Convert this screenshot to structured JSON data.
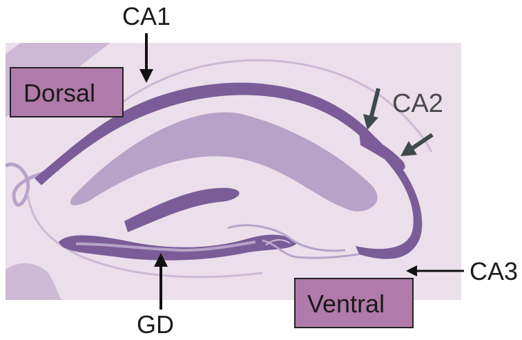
{
  "labels": {
    "ca1": "CA1",
    "ca2": "CA2",
    "ca3": "CA3",
    "gd": "GD",
    "dorsal": "Dorsal",
    "ventral": "Ventral"
  },
  "colors": {
    "background_tissue": "#ebdfeb",
    "dark_band": "#7b5c98",
    "mid_band": "#b7a3c8",
    "light_outline": "#cdb9d6",
    "box_fill": "#b07aaa",
    "box_border": "#222222",
    "arrow_black": "#111111",
    "arrow_gray": "#3f4a4a"
  }
}
